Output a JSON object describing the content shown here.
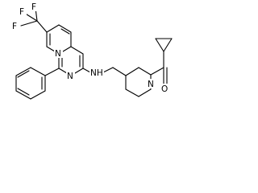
{
  "molecule": {
    "labels": {
      "F1": "F",
      "F2": "F",
      "F3": "F",
      "N_ring_top": "N",
      "N_ring_bottom": "N",
      "NH": "NH",
      "N_piperidine": "N",
      "O": "O"
    },
    "colors": {
      "bond": "#000000",
      "text": "#000000",
      "background": "#ffffff"
    }
  }
}
